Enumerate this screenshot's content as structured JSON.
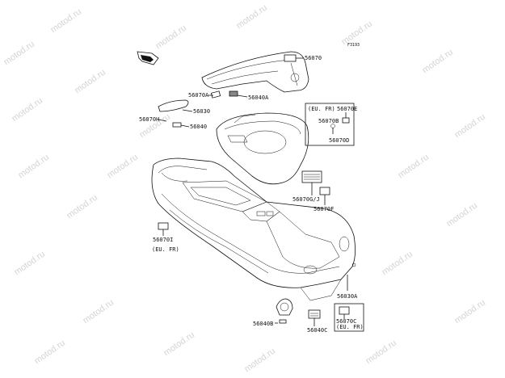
{
  "figure_code": "F3193",
  "watermark": "motod.ru",
  "callouts": {
    "c56070": "56070",
    "c56070A": "56070A",
    "c56040A": "56040A",
    "c56030": "56030",
    "c56070H": "56070H",
    "c56040": "56040",
    "c56070E": "56070E",
    "c56070B": "56070B",
    "c56070D": "56070D",
    "c56070GJ": "56070G/J",
    "c56070F": "56070F",
    "c56070I": "56070I",
    "c56030A": "56030A",
    "c56040B": "56040B",
    "c56040C": "56040C",
    "c56070C": "56070C"
  },
  "region_notes": {
    "eu_fr_a": "(EU. FR)",
    "eu_fr_b": "(EU. FR)",
    "eu_fr_c": "(EU. FR)"
  }
}
